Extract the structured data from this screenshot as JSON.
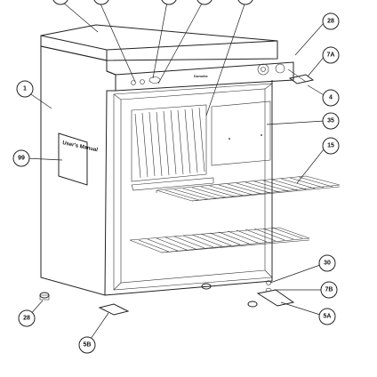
{
  "diagram": {
    "brand_label": "Dometic",
    "manual_label": "User's Manual",
    "callouts": {
      "c1": "1",
      "c99": "99",
      "c28_top": "28",
      "c7a": "7A",
      "c4": "4",
      "c35": "35",
      "c15": "15",
      "c30": "30",
      "c7b": "7B",
      "c5a": "5A",
      "c5b": "5B",
      "c28_bottom": "28"
    }
  }
}
